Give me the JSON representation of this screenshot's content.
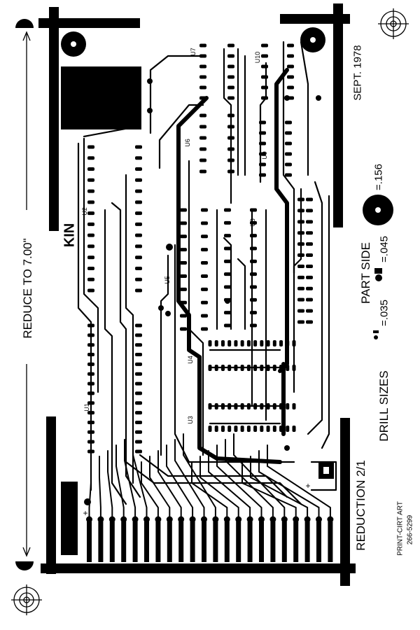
{
  "annotations": {
    "reduce_to": "REDUCE TO 7.00\"",
    "reduction": "REDUCTION 2/1",
    "date": "SEPT. 1978",
    "part_side": "PART SIDE",
    "drill_sizes": "DRILL SIZES",
    "drill_small": "=.035",
    "drill_medium": "=.045",
    "drill_large": "=.156",
    "credit_line1": "PRINT-CIRT ART",
    "credit_line2": "266-5299",
    "board_mark": "KIN"
  },
  "chips": [
    "U1",
    "U2",
    "U3",
    "U4",
    "U5",
    "U6",
    "U7",
    "U8",
    "U9",
    "U10"
  ],
  "plus_marks": [
    "+",
    "+"
  ]
}
